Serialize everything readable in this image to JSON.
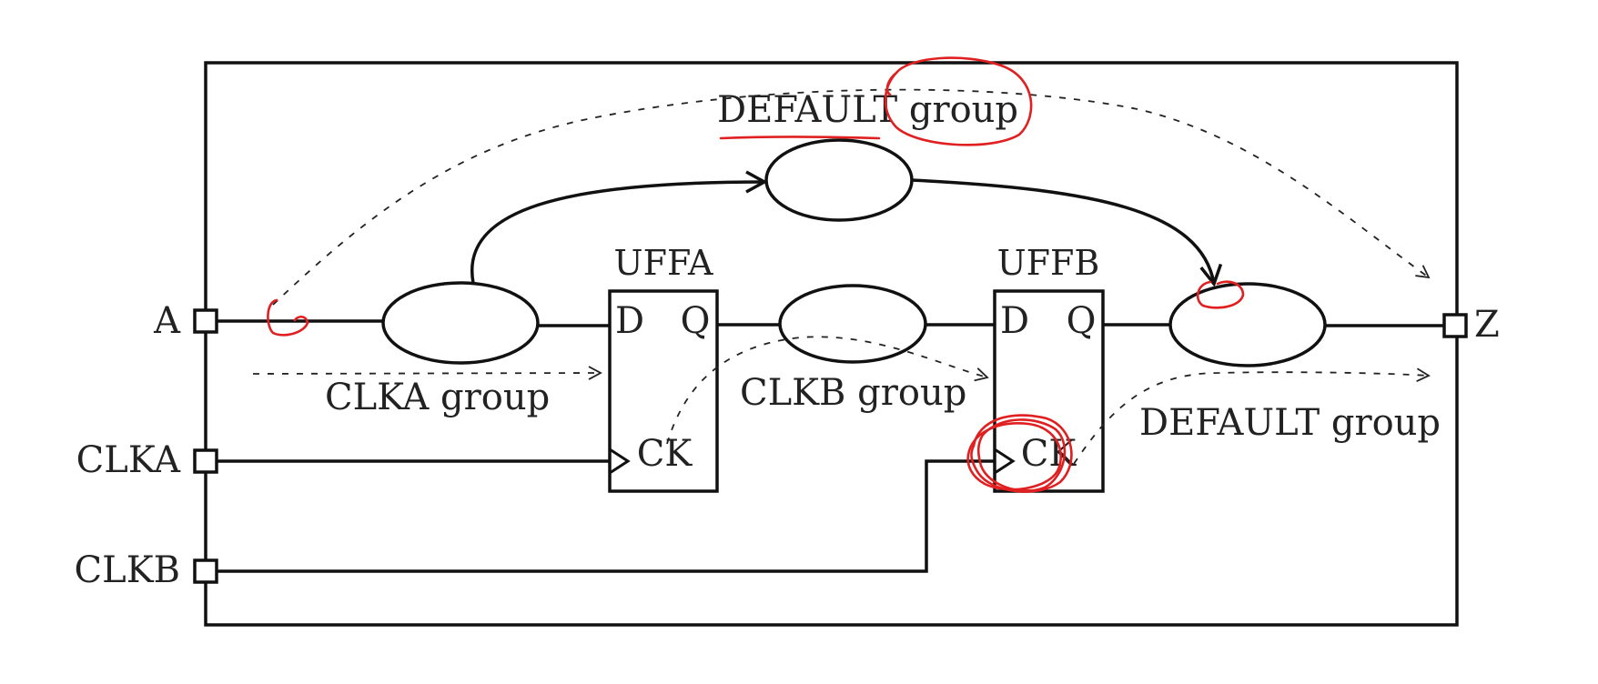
{
  "ports": {
    "a": "A",
    "clka": "CLKA",
    "clkb": "CLKB",
    "z": "Z"
  },
  "flops": {
    "uffa": {
      "name": "UFFA",
      "d": "D",
      "q": "Q",
      "ck": "CK"
    },
    "uffb": {
      "name": "UFFB",
      "d": "D",
      "q": "Q",
      "ck": "CK"
    }
  },
  "groups": {
    "default_top": "DEFAULT group",
    "clka": "CLKA group",
    "clkb": "CLKB group",
    "default_right": "DEFAULT group"
  },
  "colors": {
    "line": "#111111",
    "annotation": "#e02020"
  }
}
